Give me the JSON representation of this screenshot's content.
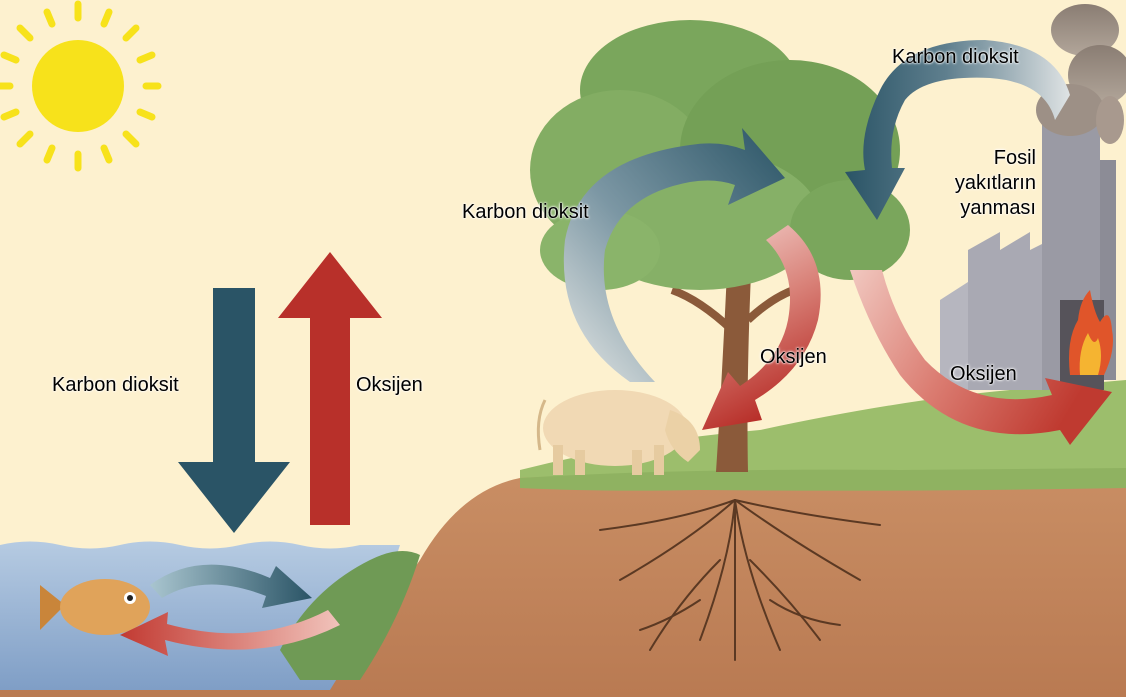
{
  "labels": {
    "left_co2": "Karbon dioksit",
    "left_o2": "Oksijen",
    "tree_co2": "Karbon dioksit",
    "tree_o2": "Oksijen",
    "factory_co2": "Karbon dioksit",
    "fossil_line1": "Fosil",
    "fossil_line2": "yakıtların",
    "fossil_line3": "yanması",
    "factory_o2": "Oksijen"
  },
  "colors": {
    "sky": "#fdf1cf",
    "co2_arrow": "#2a5466",
    "o2_arrow": "#b8302a",
    "water": "#9ebad6",
    "soil": "#c7895f",
    "grass": "#8fb261",
    "tree_leaves": "#7aa65c",
    "sun": "#f7e21b"
  },
  "icons": [
    "sun-icon",
    "fish-icon",
    "cow-icon",
    "tree-icon",
    "factory-icon",
    "fire-icon",
    "smoke-icon",
    "roots-icon"
  ]
}
